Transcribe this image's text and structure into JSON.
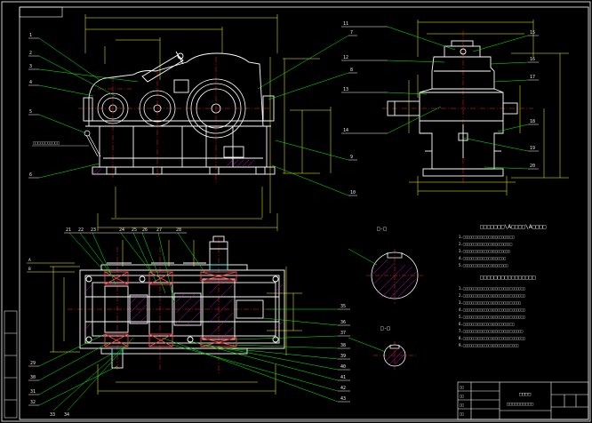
{
  "colors": {
    "background": "#000000",
    "outline": "#ffffff",
    "dimension": "#ffff00",
    "leader": "#00ff00",
    "centerline": "#ff2020",
    "section_hatch": "#ff00ff",
    "bearing": "#ff4040",
    "text": "#e8e8e8",
    "seal": "#00ffff"
  },
  "tech_requirements": {
    "heading": "□□□□□□□\\A□□□□\\A□□□□",
    "lines": [
      "1.□□□□□□□□□□□□□□□□□□□□□□□□",
      "2.□□□□□□□□□□□□□□□□□□□□□□□",
      "3.□□□□□□□□□□□□□□□□□□□□□□",
      "4.□□□□□□□□□□□□□□□□□□□□",
      "5.□□□□□□□□□□□□□□□□□□□□□"
    ]
  },
  "tech_notes": {
    "heading": "□□□□□□□□□□□□□□□□",
    "lines": [
      "1.□□□□□□□□□□□□□□□□□□□□□□□□□□□□□",
      "2.□□□□□□□□□□□□□□□□□□□□□□□□□□□□□",
      "3.□□□□□□□□□□□□□□□□□□□□□□□□□□□",
      "4.□□□□□□□□□□□□□□□□□□□□□□□□□□□□□",
      "5.□□□□□□□□□□□□□□□□□□□□□□□□□□□□□",
      "6.□□□□□□□□□□□□□□□□□□□□□□□□",
      "7.□□□□□□□□□□□□□□□□□□□□□□□□□□□□",
      "8.□□□□□□□□□□□□□□□□□□□□□□□□□□□□□",
      "9.□□□□□□□□□□□□□□□□□□□□□□□□□□"
    ]
  },
  "section_labels": {
    "section_a": "□-□",
    "section_b": "□-□"
  },
  "front_view_note": "□□□□□□□□□□□",
  "title_block": {
    "title": "□□□□",
    "subtitle": "□□□□□□□□□□",
    "rows": [
      "□□",
      "□□",
      "□□",
      "□□"
    ]
  },
  "part_labels": {
    "front_left": [
      "1",
      "2",
      "3",
      "4",
      "5",
      "6"
    ],
    "front_right": [
      "7",
      "8",
      "9",
      "10"
    ],
    "side_left": [
      "11",
      "12",
      "13",
      "14"
    ],
    "side_right": [
      "15",
      "16",
      "17",
      "18",
      "19",
      "20"
    ],
    "top_view": [
      "21",
      "22",
      "23",
      "24",
      "25",
      "26",
      "27",
      "28"
    ],
    "bottom_left": [
      "29",
      "30",
      "31",
      "32",
      "33",
      "34"
    ],
    "bottom_right": [
      "35",
      "36",
      "37",
      "38",
      "39",
      "40",
      "41",
      "42",
      "43"
    ],
    "dims_left": [
      "A",
      "B"
    ]
  }
}
